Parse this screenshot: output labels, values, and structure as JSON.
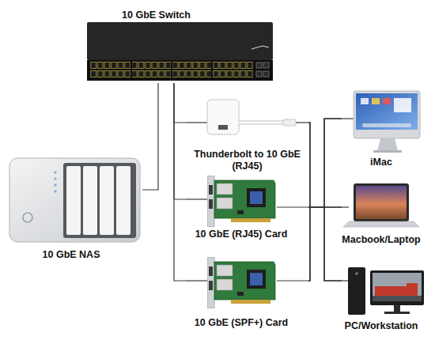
{
  "diagram": {
    "nodes": [
      {
        "text": [
          "10 GbE Switch"
        ]
      },
      {
        "text": [
          "10 GbE NAS"
        ]
      },
      {
        "text": [
          "Thunderbolt to 10 GbE (RJ45)"
        ]
      },
      {
        "text": [
          "10 GbE (RJ45) Card"
        ]
      },
      {
        "text": [
          "10 GbE (SPF+) Card"
        ]
      },
      {
        "text": [
          "iMac"
        ]
      },
      {
        "text": [
          "Macbook/Laptop"
        ]
      },
      {
        "text": [
          "PC/Workstation"
        ]
      }
    ],
    "edges": [
      {
        "from": 0,
        "to": 1,
        "arrow": "none"
      },
      {
        "from": 0,
        "to": 2,
        "arrow": "none"
      },
      {
        "from": 0,
        "to": 3,
        "arrow": "none"
      },
      {
        "from": 0,
        "to": 4,
        "arrow": "none"
      },
      {
        "from": 2,
        "to": 5,
        "arrow": "none"
      },
      {
        "from": 2,
        "to": 6,
        "arrow": "none"
      },
      {
        "from": 2,
        "to": 7,
        "arrow": "none"
      },
      {
        "from": 3,
        "to": 5,
        "arrow": "none"
      },
      {
        "from": 3,
        "to": 6,
        "arrow": "none"
      },
      {
        "from": 3,
        "to": 7,
        "arrow": "none"
      },
      {
        "from": 4,
        "to": 5,
        "arrow": "none"
      },
      {
        "from": 4,
        "to": 6,
        "arrow": "none"
      },
      {
        "from": 4,
        "to": 7,
        "arrow": "none"
      }
    ]
  }
}
